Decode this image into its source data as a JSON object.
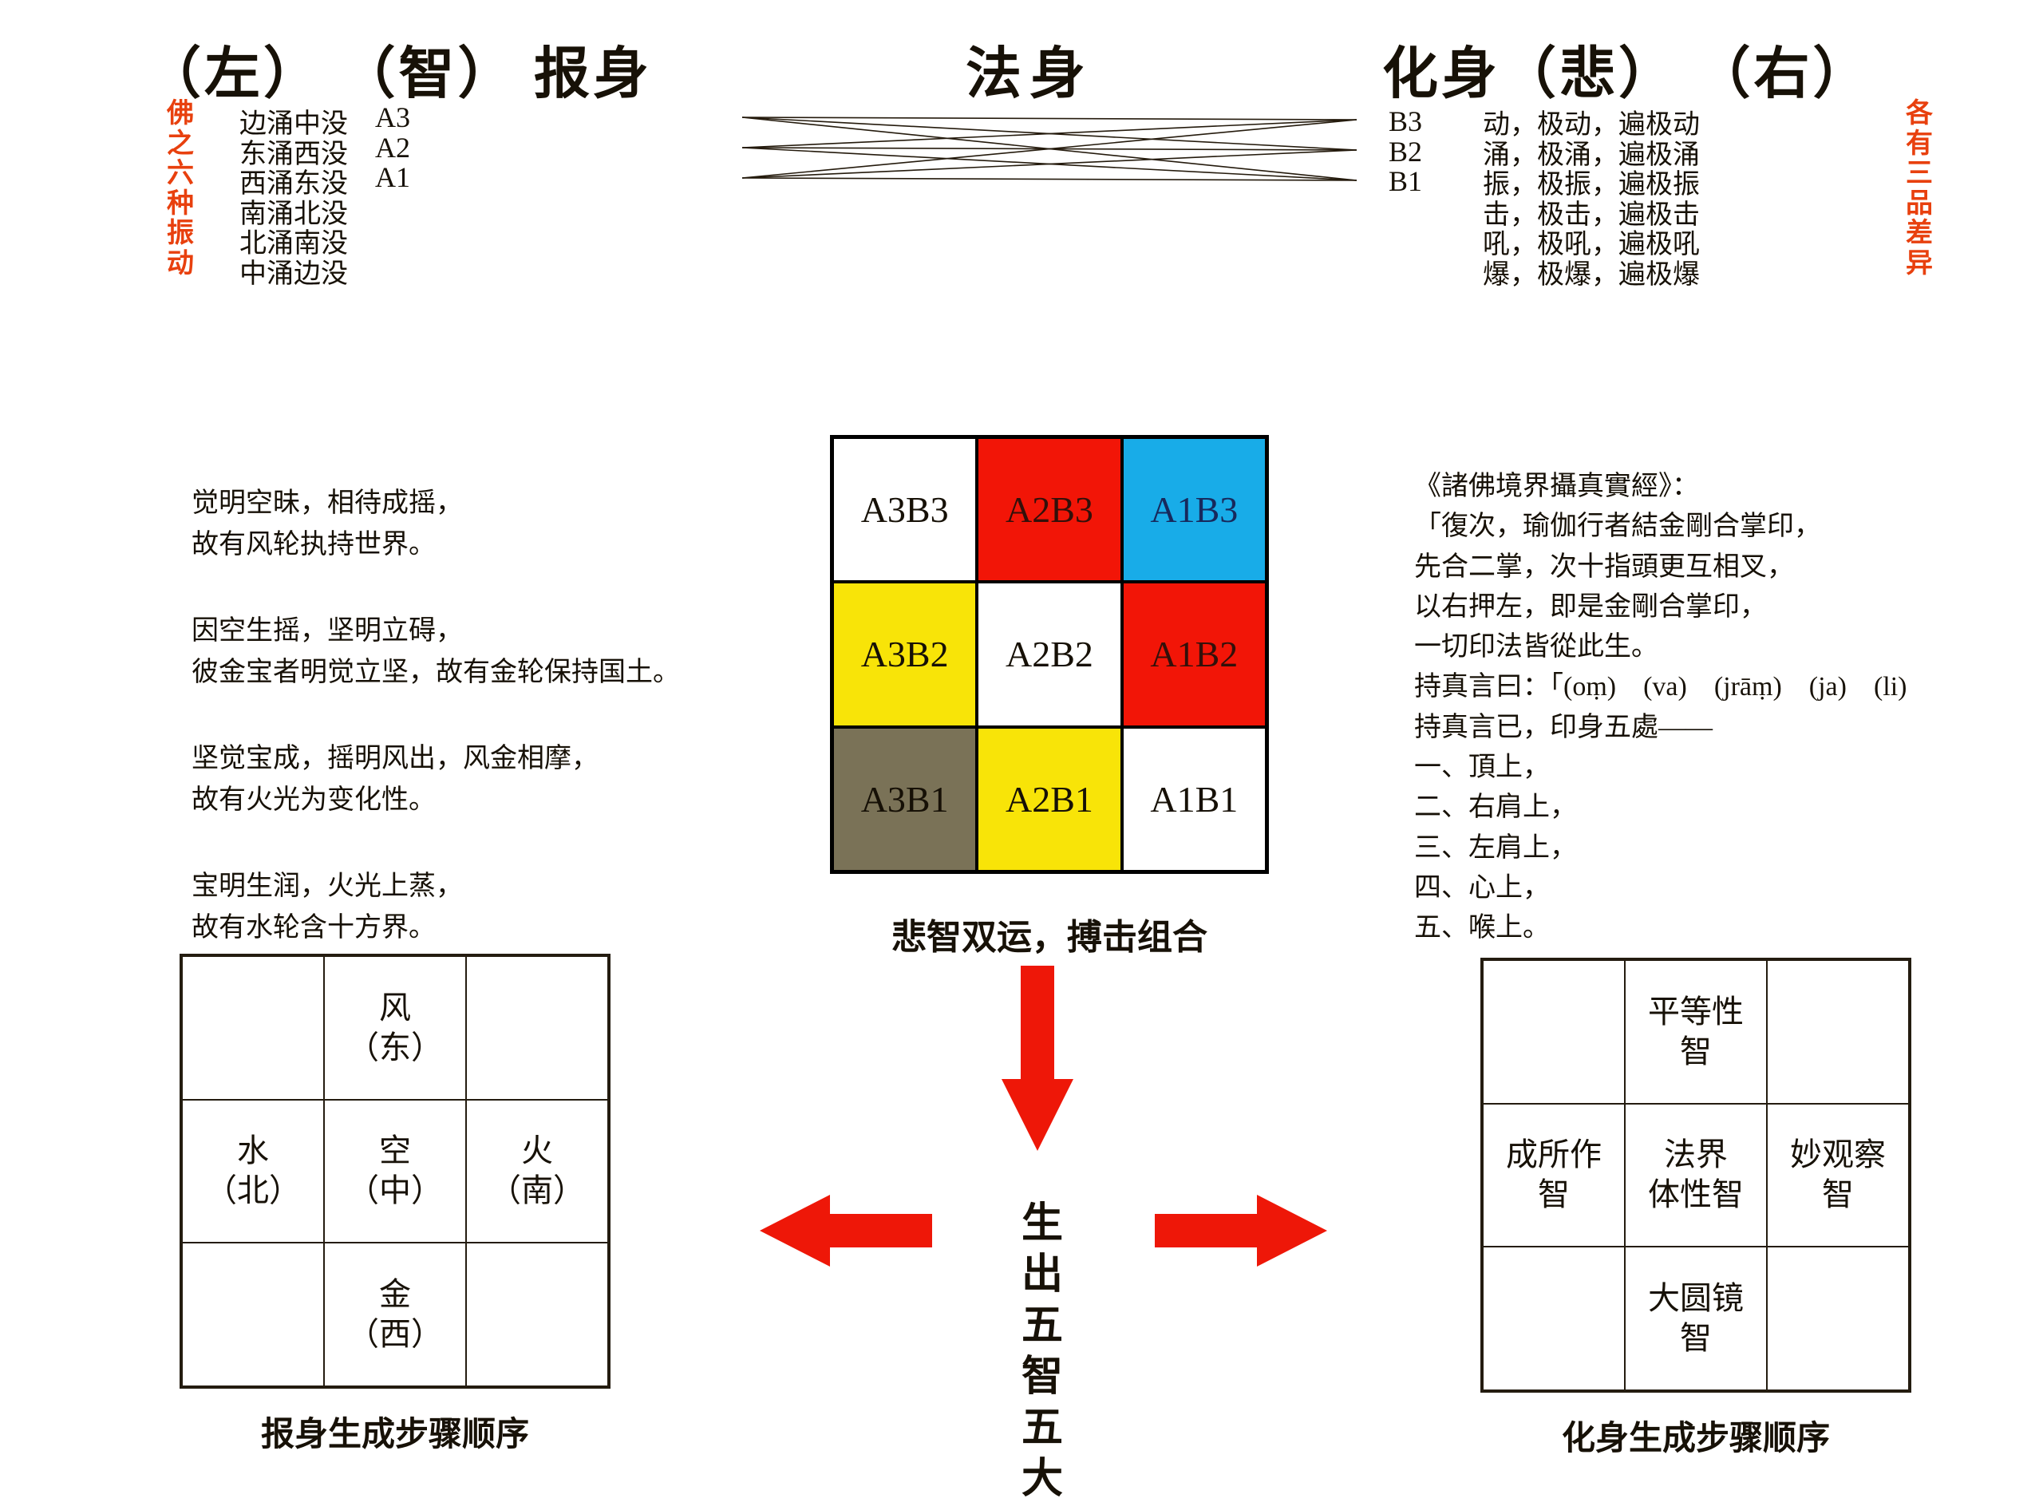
{
  "header": {
    "left": "（左） （智） 报身",
    "center": "法身",
    "right": "化身（悲） （右）"
  },
  "left_panel": {
    "red_vertical": "佛\n之\n六\n种\n振\n动",
    "rows": [
      {
        "text": "边涌中没",
        "label": "A3"
      },
      {
        "text": "东涌西没",
        "label": "A2"
      },
      {
        "text": "西涌东没",
        "label": "A1"
      },
      {
        "text": "南涌北没",
        "label": ""
      },
      {
        "text": "北涌南没",
        "label": ""
      },
      {
        "text": "中涌边没",
        "label": ""
      }
    ],
    "paragraphs": [
      "觉明空昧，相待成摇，\n故有风轮执持世界。",
      "因空生摇，坚明立碍，\n彼金宝者明觉立坚，故有金轮保持国土。",
      "坚觉宝成，摇明风出，风金相摩，\n故有火光为变化性。",
      "宝明生润，火光上蒸，\n故有水轮含十方界。"
    ]
  },
  "right_panel": {
    "rows": [
      {
        "label": "B3",
        "text": "动，极动，遍极动"
      },
      {
        "label": "B2",
        "text": "涌，极涌，遍极涌"
      },
      {
        "label": "B1",
        "text": "振，极振，遍极振"
      },
      {
        "label": "",
        "text": "击，极击，遍极击"
      },
      {
        "label": "",
        "text": "吼，极吼，遍极吼"
      },
      {
        "label": "",
        "text": "爆，极爆，遍极爆"
      }
    ],
    "red_vertical": "各\n有\n三\n品\n差\n异",
    "quote": "《諸佛境界攝真實經》：\n「復次，瑜伽行者結金剛合掌印，\n先合二掌，次十指頭更互相叉，\n以右押左，即是金剛合掌印，\n一切印法皆從此生。\n持真言曰：「(oṃ) (va) (jrāṃ) (ja) (li)\n持真言已，印身五處——\n一、頂上，\n二、右肩上，\n三、左肩上，\n四、心上，\n五、喉上。"
  },
  "matrix": {
    "cells": [
      {
        "label": "A3B3",
        "bg": "#ffffff",
        "fg": "#161006"
      },
      {
        "label": "A2B3",
        "bg": "#f21507",
        "fg": "#33100a"
      },
      {
        "label": "A1B3",
        "bg": "#18ace8",
        "fg": "#17295c"
      },
      {
        "label": "A3B2",
        "bg": "#f8e408",
        "fg": "#161006"
      },
      {
        "label": "A2B2",
        "bg": "#ffffff",
        "fg": "#161006"
      },
      {
        "label": "A1B2",
        "bg": "#f21507",
        "fg": "#33100a"
      },
      {
        "label": "A3B1",
        "bg": "#7a7257",
        "fg": "#161006"
      },
      {
        "label": "A2B1",
        "bg": "#f8e408",
        "fg": "#161006"
      },
      {
        "label": "A1B1",
        "bg": "#ffffff",
        "fg": "#161006"
      }
    ],
    "caption": "悲智双运，搏击组合"
  },
  "bottom_left_grid": {
    "cells": [
      "",
      "风\n（东）",
      "",
      "水\n（北）",
      "空\n（中）",
      "火\n（南）",
      "",
      "金\n（西）",
      ""
    ],
    "caption": "报身生成步骤顺序"
  },
  "bottom_right_grid": {
    "cells": [
      "",
      "平等性\n智",
      "",
      "成所作\n智",
      "法界\n体性智",
      "妙观察\n智",
      "",
      "大圆镜\n智",
      ""
    ],
    "caption": "化身生成步骤顺序"
  },
  "center_bottom": {
    "vertical_text": "生\n出\n五\n智\n五\n大",
    "arrow_color": "#ee1708"
  },
  "colors": {
    "accent_red": "#e8400e",
    "ink": "#171107",
    "line": "#241a0c"
  }
}
